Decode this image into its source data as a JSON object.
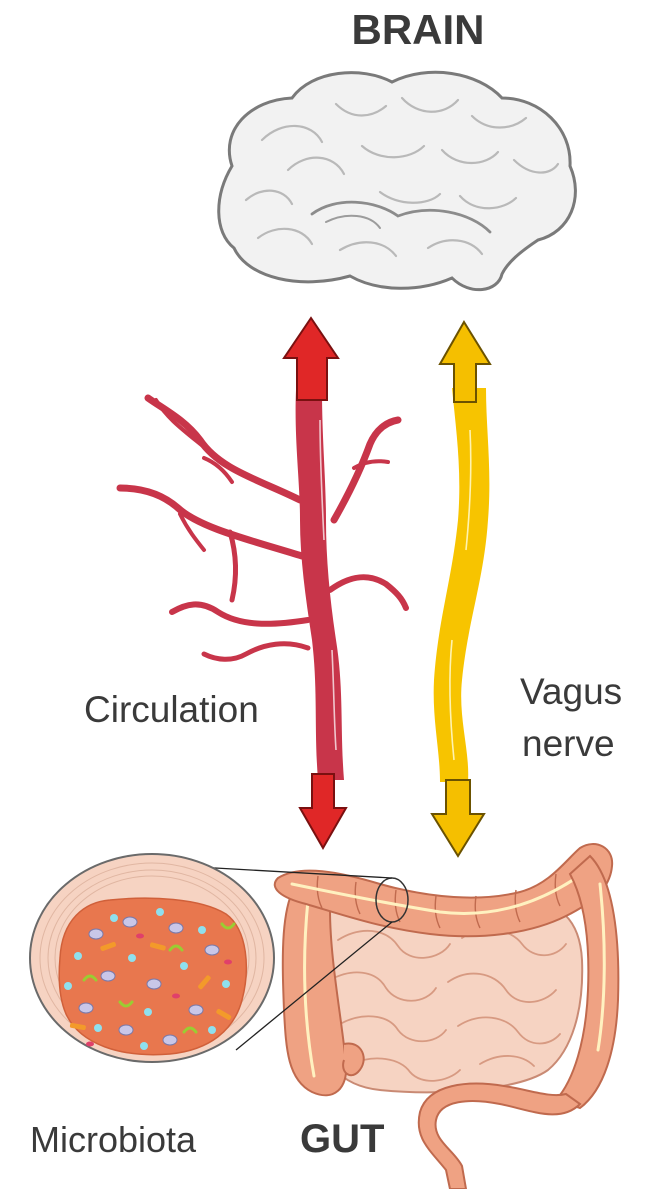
{
  "labels": {
    "brain": "BRAIN",
    "circulation": "Circulation",
    "vagus_line1": "Vagus",
    "vagus_line2": "nerve",
    "microbiota": "Microbiota",
    "gut": "GUT"
  },
  "colors": {
    "vessel": "#c8354a",
    "vessel_arrow": "#e02727",
    "nerve": "#f7c400",
    "nerve_arrow": "#f5bf00",
    "brain_fill": "#f2f2f2",
    "brain_stroke": "#7a7a7a",
    "gut_fill": "#efa283",
    "gut_highlight": "#fff1c0",
    "intestine_fill": "#f6d3c2",
    "lumen_fill": "#e8774e"
  },
  "icons": {
    "brain": "brain-icon",
    "gut": "gut-icon",
    "microbiota": "microbiota-cross-section-icon"
  }
}
